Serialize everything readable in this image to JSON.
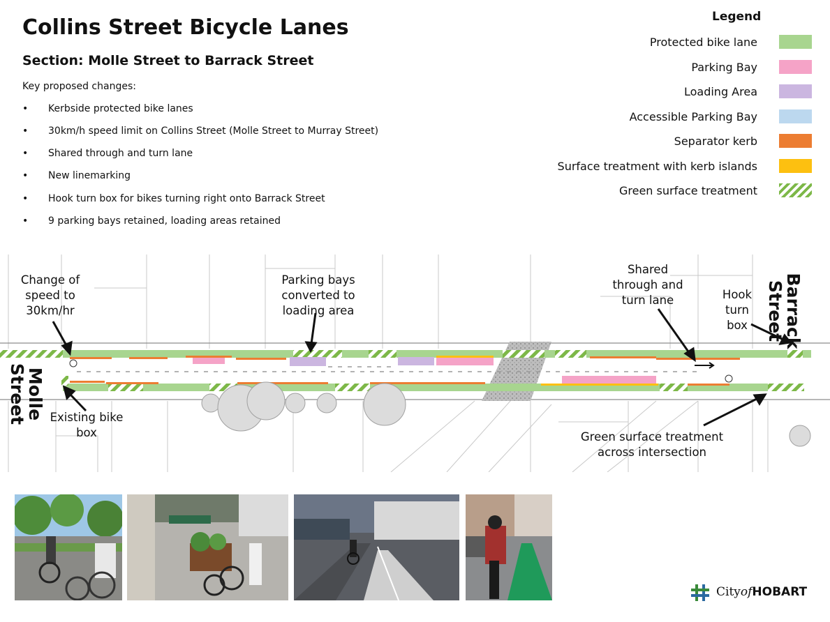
{
  "header": {
    "title": "Collins Street Bicycle Lanes",
    "subtitle": "Section: Molle Street to Barrack Street",
    "intro": "Key proposed changes:"
  },
  "changes": [
    "Kerbside protected bike lanes",
    "30km/h speed limit on Collins Street (Molle Street to Murray Street)",
    "Shared through and turn lane",
    "New linemarking",
    "Hook turn box for bikes turning right onto Barrack Street",
    "9 parking bays retained, loading areas retained"
  ],
  "bullet_glyph": "•",
  "legend": {
    "title": "Legend",
    "items": [
      {
        "label": "Protected bike lane",
        "color": "#a8d58f"
      },
      {
        "label": "Parking Bay",
        "color": "#f5a3c7"
      },
      {
        "label": "Loading Area",
        "color": "#cbb6e0"
      },
      {
        "label": "Accessible Parking Bay",
        "color": "#bcd8ef"
      },
      {
        "label": "Separator kerb",
        "color": "#ec7d32"
      },
      {
        "label": "Surface treatment with kerb islands",
        "color": "#fdc010"
      },
      {
        "label": "Green surface treatment",
        "color": "#7db848"
      }
    ]
  },
  "map": {
    "streets": {
      "molle": "Molle\nStreet",
      "barrack": "Barrack\nStreet"
    },
    "callouts": {
      "speed_change": "Change of\nspeed to\n30km/hr",
      "parking_converted": "Parking bays\nconverted to\nloading area",
      "shared_lane": "Shared\nthrough and\nturn lane",
      "hook_turn": "Hook\nturn\nbox",
      "existing_box": "Existing bike\nbox",
      "green_surface": "Green surface treatment\nacross intersection"
    }
  },
  "photos": [
    {
      "name": "photo-bike-parking"
    },
    {
      "name": "photo-street-planters"
    },
    {
      "name": "photo-separated-lane"
    },
    {
      "name": "photo-green-lane-cyclist"
    }
  ],
  "logo": {
    "city": "City",
    "of": "of",
    "name": "HOBART",
    "color": "#3a8a3a"
  }
}
